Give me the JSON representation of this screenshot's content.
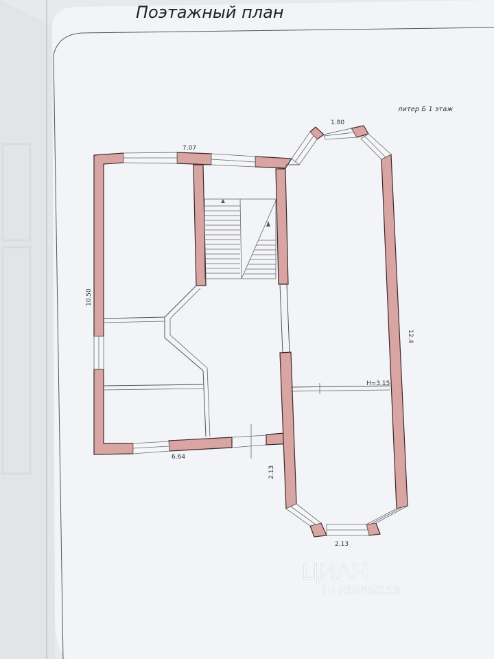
{
  "title": "Поэтажный план",
  "subtitle": "литер Б 1 этаж",
  "dimensions": {
    "top_left": "7.07",
    "top_right": "1.80",
    "left": "10.50",
    "right": "12.4",
    "height_mark": "H=3.15",
    "bottom_left": "6.64",
    "bottom_mid": "2.13",
    "bottom_right": "2.13"
  },
  "watermark": {
    "brand": "ЦИАН",
    "id": "ID 319689213"
  },
  "colors": {
    "wall_fill": "#d9a5a3",
    "paper": "#f2f4f7",
    "background": "#e9ebee"
  }
}
